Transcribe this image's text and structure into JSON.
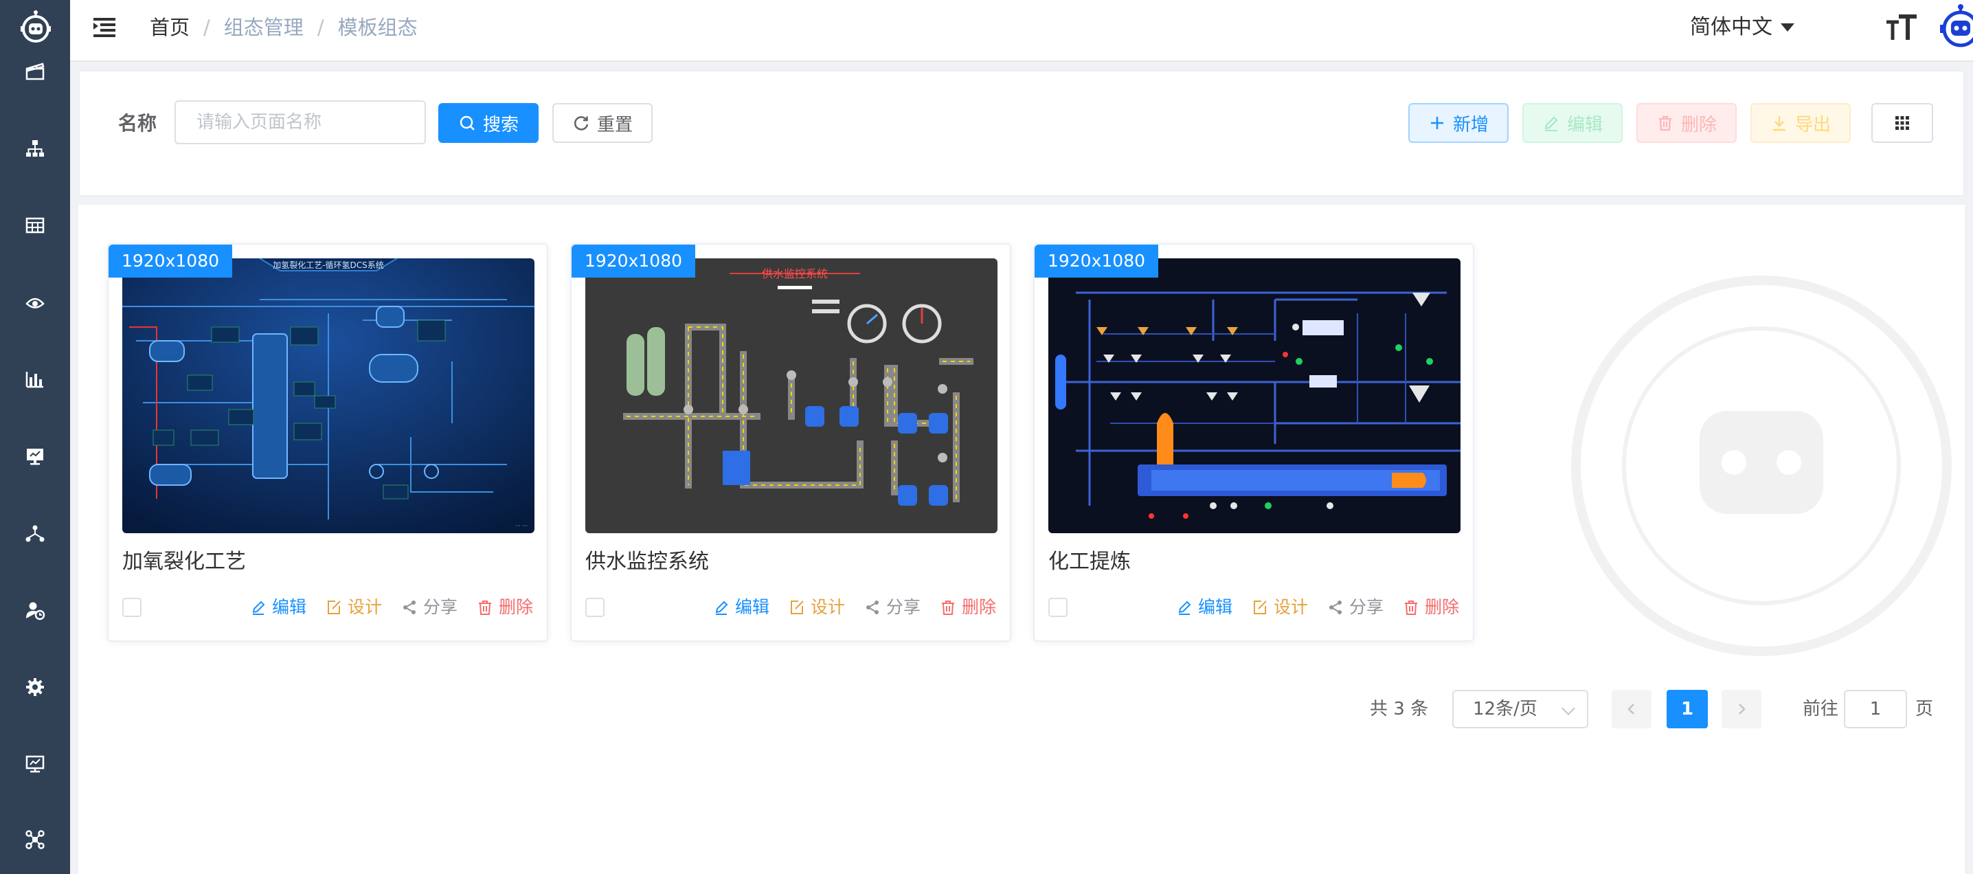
{
  "breadcrumb": [
    "首页",
    "组态管理",
    "模板组态"
  ],
  "header": {
    "language": "简体中文"
  },
  "search": {
    "label": "名称",
    "placeholder": "请输入页面名称",
    "value": "",
    "search_btn": "搜索",
    "reset_btn": "重置"
  },
  "toolbar": {
    "add": "新增",
    "edit": "编辑",
    "delete": "删除",
    "export": "导出"
  },
  "cards": [
    {
      "resolution": "1920x1080",
      "title": "加氧裂化工艺",
      "thumb_caption": "加氢裂化工艺-循环氢DCS系统",
      "actions": {
        "edit": "编辑",
        "design": "设计",
        "share": "分享",
        "delete": "删除"
      }
    },
    {
      "resolution": "1920x1080",
      "title": "供水监控系统",
      "thumb_caption": "供水监控系统",
      "actions": {
        "edit": "编辑",
        "design": "设计",
        "share": "分享",
        "delete": "删除"
      }
    },
    {
      "resolution": "1920x1080",
      "title": "化工提炼",
      "thumb_caption": "",
      "actions": {
        "edit": "编辑",
        "design": "设计",
        "share": "分享",
        "delete": "删除"
      }
    }
  ],
  "pagination": {
    "total": "共 3 条",
    "page_size": "12条/页",
    "current_page": "1",
    "goto_label": "前往",
    "goto_value": "1",
    "page_unit": "页"
  },
  "colors": {
    "sidebar": "#304156",
    "primary": "#1890ff",
    "success": "#13ce66",
    "danger": "#f56c6c",
    "warning": "#e6a23c"
  },
  "icons": {
    "sidebar": [
      "logo-icon",
      "clapperboard-icon",
      "org-chart-icon",
      "table-icon",
      "eye-cloud-icon",
      "bar-chart-icon",
      "monitor-icon",
      "network-icon",
      "user-lock-icon",
      "gear-icon",
      "monitor-chart-icon",
      "drone-icon"
    ],
    "header": [
      "hamburger-icon",
      "font-size-icon",
      "robot-avatar-icon"
    ]
  }
}
